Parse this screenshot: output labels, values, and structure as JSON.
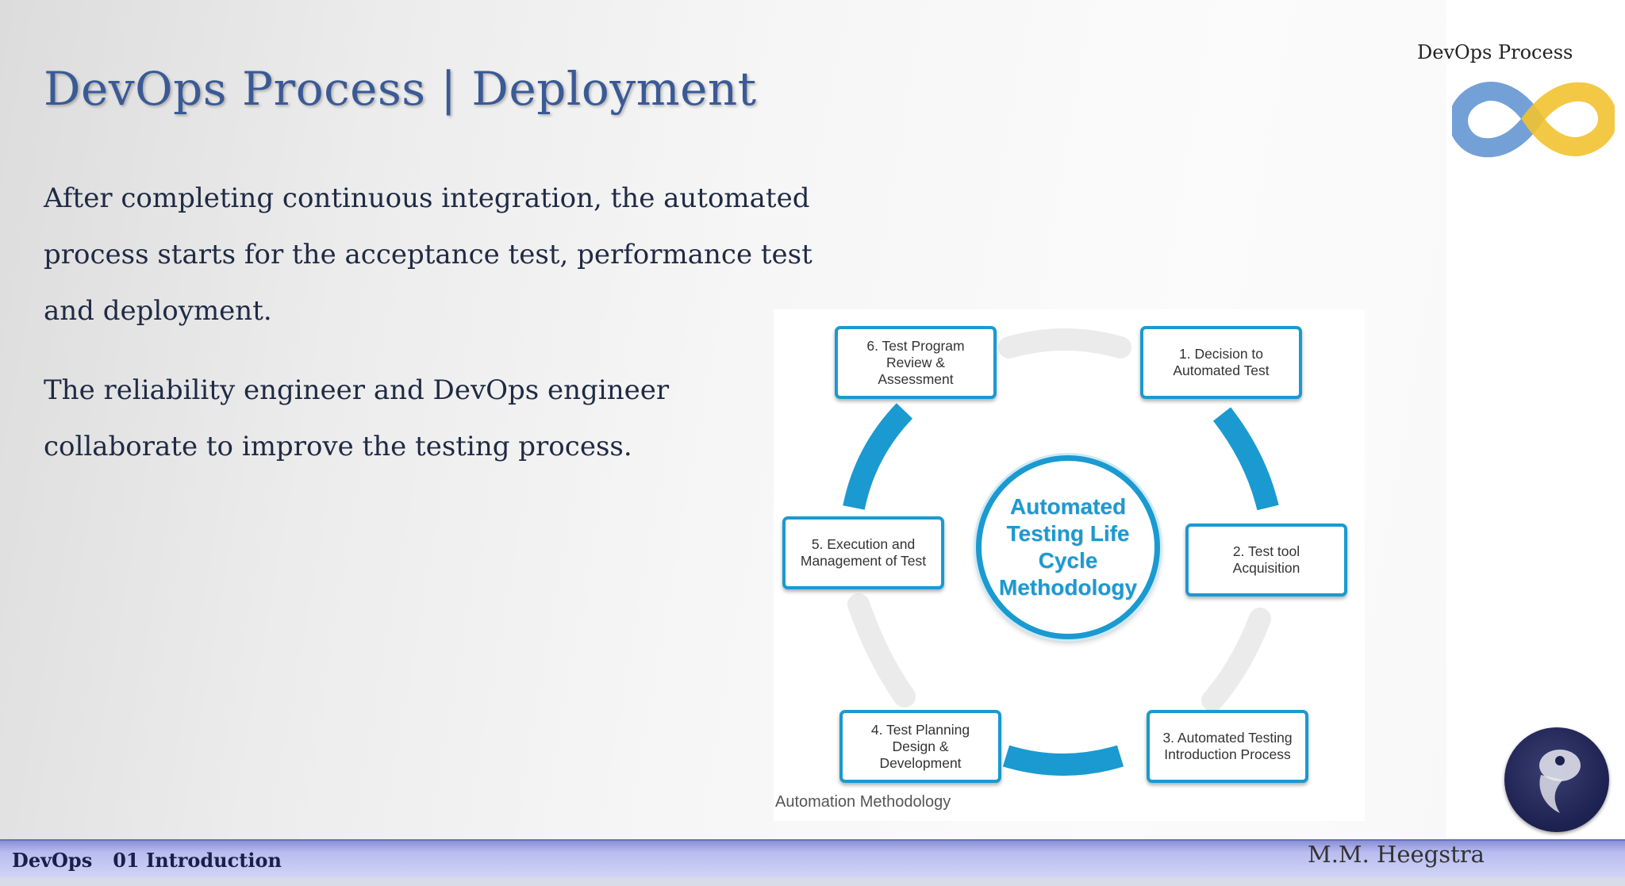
{
  "slide": {
    "title": "DevOps Process | Deployment",
    "paragraphs": [
      "After completing continuous integration, the automated process starts for the acceptance test, performance test and deployment.",
      "The reliability engineer and DevOps engineer collaborate to improve the testing process."
    ]
  },
  "logo": {
    "caption": "DevOps Process",
    "colors": {
      "left_loop": "#5b8fd0",
      "right_loop": "#f2c230"
    }
  },
  "diagram": {
    "center_label": "Automated\nTesting Life\nCycle\nMethodology",
    "steps": [
      "1. Decision to\nAutomated Test",
      "2. Test tool\nAcquisition",
      "3. Automated Testing\nIntroduction Process",
      "4. Test Planning\nDesign &\nDevelopment",
      "5. Execution and\nManagement of Test",
      "6. Test Program\nReview &\nAssessment"
    ],
    "caption": "Automation Methodology",
    "colors": {
      "accent": "#1a9ad1",
      "inactive_arc": "#ebebeb"
    }
  },
  "footer": {
    "course": "DevOps",
    "chapter": "01 Introduction",
    "author": "M.M. Heegstra"
  }
}
